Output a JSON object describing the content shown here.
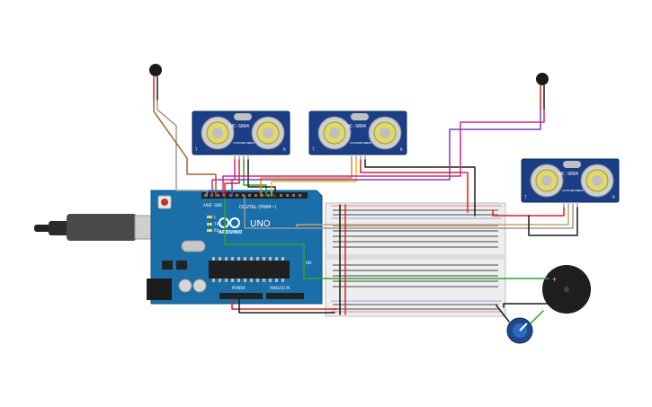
{
  "sensors": [
    {
      "label": "HC-SR04",
      "pin_labels": [
        "VCC",
        "TRIG",
        "ECHO",
        "GND"
      ],
      "side_left": "T",
      "side_right": "R"
    },
    {
      "label": "HC-SR04",
      "pin_labels": [
        "VCC",
        "TRIG",
        "ECHO",
        "GND"
      ],
      "side_left": "T",
      "side_right": "R"
    },
    {
      "label": "HC-SR04",
      "pin_labels": [
        "VCC",
        "TRIG",
        "ECHO",
        "GND"
      ],
      "side_left": "T",
      "side_right": "R"
    }
  ],
  "arduino": {
    "logo_text": "ARDUINO",
    "model_text": "UNO",
    "digital_label": "DIGITAL (PWM~)",
    "power_label": "POWER",
    "analog_label": "ANALOG IN",
    "aref_label": "AREF",
    "gnd_label": "GND",
    "led_labels": [
      "L",
      "TX",
      "RX"
    ],
    "on_label": "ON"
  },
  "buzzer": {
    "plus_label": "+"
  },
  "colors": {
    "sensor_board": "#1a3f86",
    "arduino_board": "#1a6fa8",
    "wire_red": "#e01f1f",
    "wire_black": "#1a1a1a",
    "wire_orange": "#e6862a",
    "wire_yellow": "#e3c21f",
    "wire_green": "#2aa52a",
    "wire_magenta": "#c8288c",
    "wire_purple": "#7b3fb0",
    "wire_brown": "#a0642a",
    "wire_gray": "#9a9a9a"
  }
}
